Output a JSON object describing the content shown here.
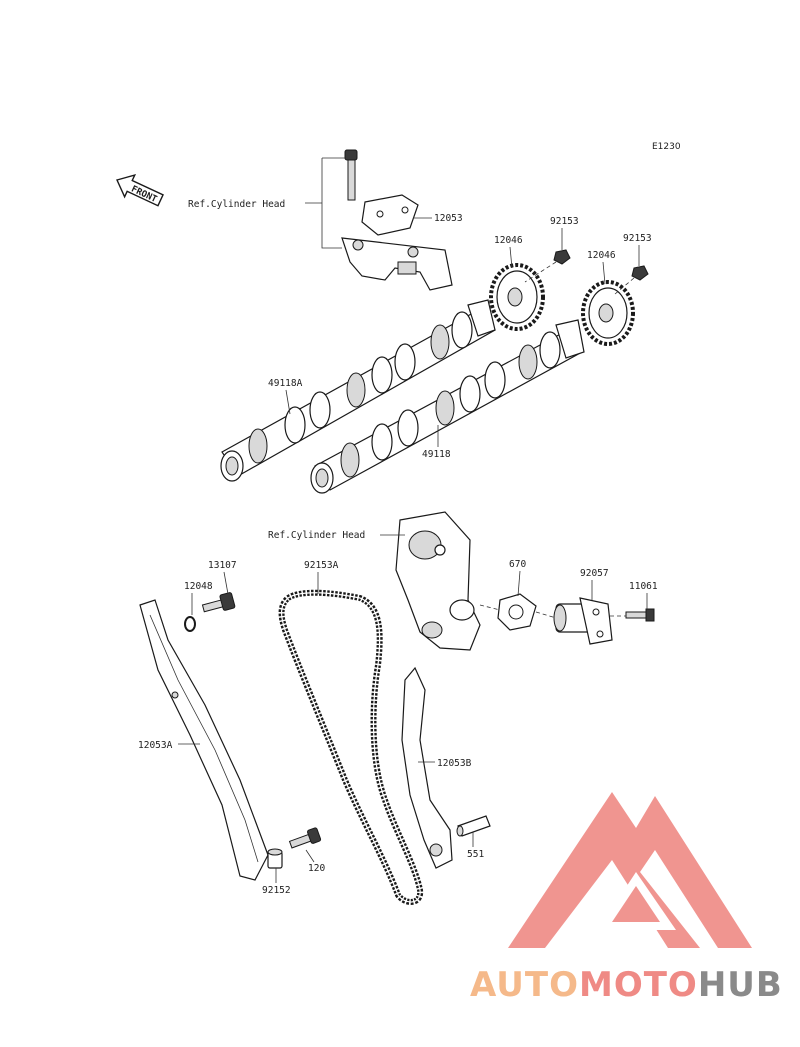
{
  "diagram": {
    "code": "E1230",
    "front_label": "FRONT",
    "parts": [
      {
        "id": "ref-cylinder-head-top",
        "label": "Ref.Cylinder Head"
      },
      {
        "id": "12053",
        "label": "12053"
      },
      {
        "id": "12046-a",
        "label": "12046"
      },
      {
        "id": "92153-a",
        "label": "92153"
      },
      {
        "id": "12046-b",
        "label": "12046"
      },
      {
        "id": "92153-b",
        "label": "92153"
      },
      {
        "id": "49118a",
        "label": "49118A"
      },
      {
        "id": "49118",
        "label": "49118"
      },
      {
        "id": "ref-cylinder-head-mid",
        "label": "Ref.Cylinder Head"
      },
      {
        "id": "13107",
        "label": "13107"
      },
      {
        "id": "670",
        "label": "670"
      },
      {
        "id": "92057",
        "label": "92057"
      },
      {
        "id": "11061",
        "label": "11061"
      },
      {
        "id": "12048",
        "label": "12048"
      },
      {
        "id": "92153a",
        "label": "92153A"
      },
      {
        "id": "12053a",
        "label": "12053A"
      },
      {
        "id": "12053b",
        "label": "12053B"
      },
      {
        "id": "551",
        "label": "551"
      },
      {
        "id": "120",
        "label": "120"
      },
      {
        "id": "92152",
        "label": "92152"
      }
    ]
  },
  "watermark": {
    "word_part1": "AUTO",
    "word_part2": "MOTO",
    "word_part3": "HUB",
    "color_light": "#f5b98a",
    "color_red": "#ef8a85",
    "color_gray": "#8a8a8a"
  }
}
